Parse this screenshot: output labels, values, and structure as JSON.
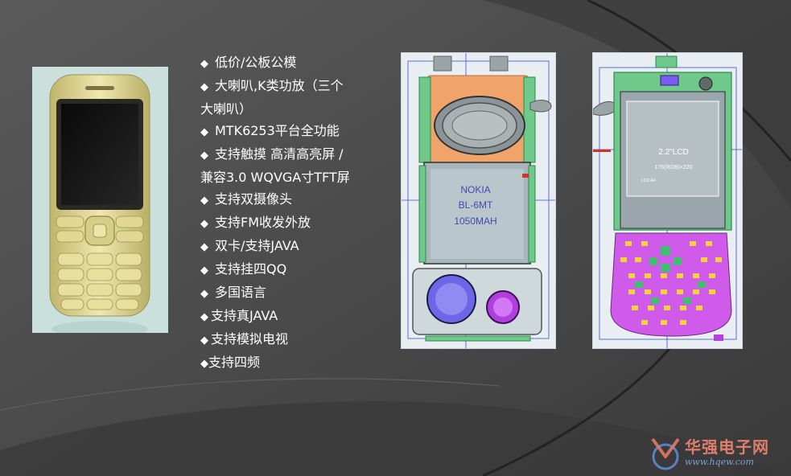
{
  "features": [
    {
      "parts": [
        "低价/公板公模"
      ],
      "gap": "normal"
    },
    {
      "parts": [
        "大喇叭,K类功放（三个",
        "大喇叭）"
      ],
      "gap": "normal"
    },
    {
      "parts": [
        "MTK6253平台全功能"
      ],
      "gap": "normal"
    },
    {
      "parts": [
        "支持触摸 高清高亮屏 /",
        "兼容3.0 WQVGA寸TFT屏"
      ],
      "gap": "normal"
    },
    {
      "parts": [
        "支持双摄像头"
      ],
      "gap": "normal"
    },
    {
      "parts": [
        "支持FM收发外放"
      ],
      "gap": "normal"
    },
    {
      "parts": [
        "双卡/支持JAVA"
      ],
      "gap": "normal"
    },
    {
      "parts": [
        "支持挂四QQ"
      ],
      "gap": "normal"
    },
    {
      "parts": [
        "多国语言"
      ],
      "gap": "normal"
    },
    {
      "parts": [
        "支持真JAVA"
      ],
      "gap": "small"
    },
    {
      "parts": [
        "支持模拟电视"
      ],
      "gap": "small"
    },
    {
      "parts": [
        "支持四频"
      ],
      "gap": "none"
    }
  ],
  "bullet_glyph": "◆",
  "battery_label": {
    "line1": "NOKIA",
    "line2": "BL-6MT",
    "line3": "1050MAH"
  },
  "lcd_label": {
    "line1": "2.2\"LCD",
    "line2": "176(RGB)×220",
    "line3": "LCD AA"
  },
  "watermark": {
    "name": "华强电子网",
    "url": "www.hqew.com"
  },
  "colors": {
    "text": "#ffffff",
    "background": "#4a4a4a",
    "phone_body": "#d8cf8a",
    "pcb_green": "#3fbf6f"
  }
}
